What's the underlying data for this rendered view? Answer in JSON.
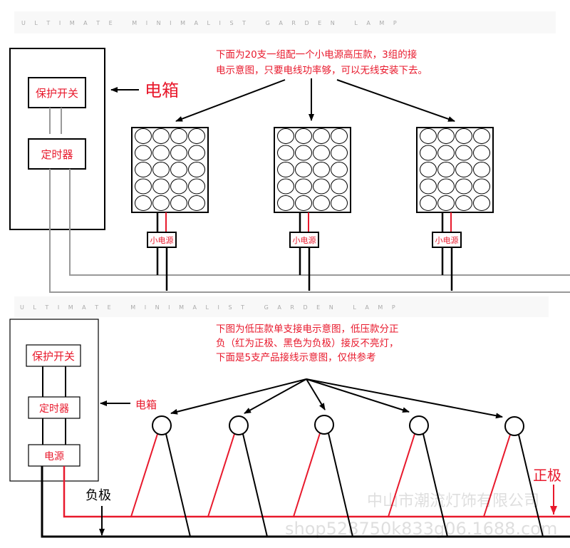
{
  "banners": [
    "U L T I M A T E   M I N I M A L I S T   G A R D E N   L A M P",
    "U L T I M A T E   M I N I M A L I S T   G A R D E N   L A M P"
  ],
  "top": {
    "note_lines": [
      "下面为20支一组配一个小电源高压款，3组的接",
      "电示意图，只要电线功率够，可以无线安装下去。"
    ],
    "box_label": "电箱",
    "switch_label": "保护开关",
    "timer_label": "定时器",
    "psu_label": "小电源",
    "panels": 3,
    "lamps_per_panel": 20
  },
  "bottom": {
    "note_lines": [
      "下图为低压款单支接电示意图，低压款分正",
      "负（红为正极、黑色为负极）接反不亮灯，",
      "下面是5支产品接线示意图，仅供参考"
    ],
    "box_label": "电箱",
    "switch_label": "保护开关",
    "timer_label": "定时器",
    "power_label": "电源",
    "negative_label": "负极",
    "positive_label": "正极",
    "lamps": 5
  },
  "watermark": {
    "company": "中山市潮流灯饰有限公司",
    "shop": "shop528750k833g06.1688.com"
  },
  "colors": {
    "positive": "#e8192c",
    "negative": "#000000",
    "wire": "#9a9a9a"
  }
}
